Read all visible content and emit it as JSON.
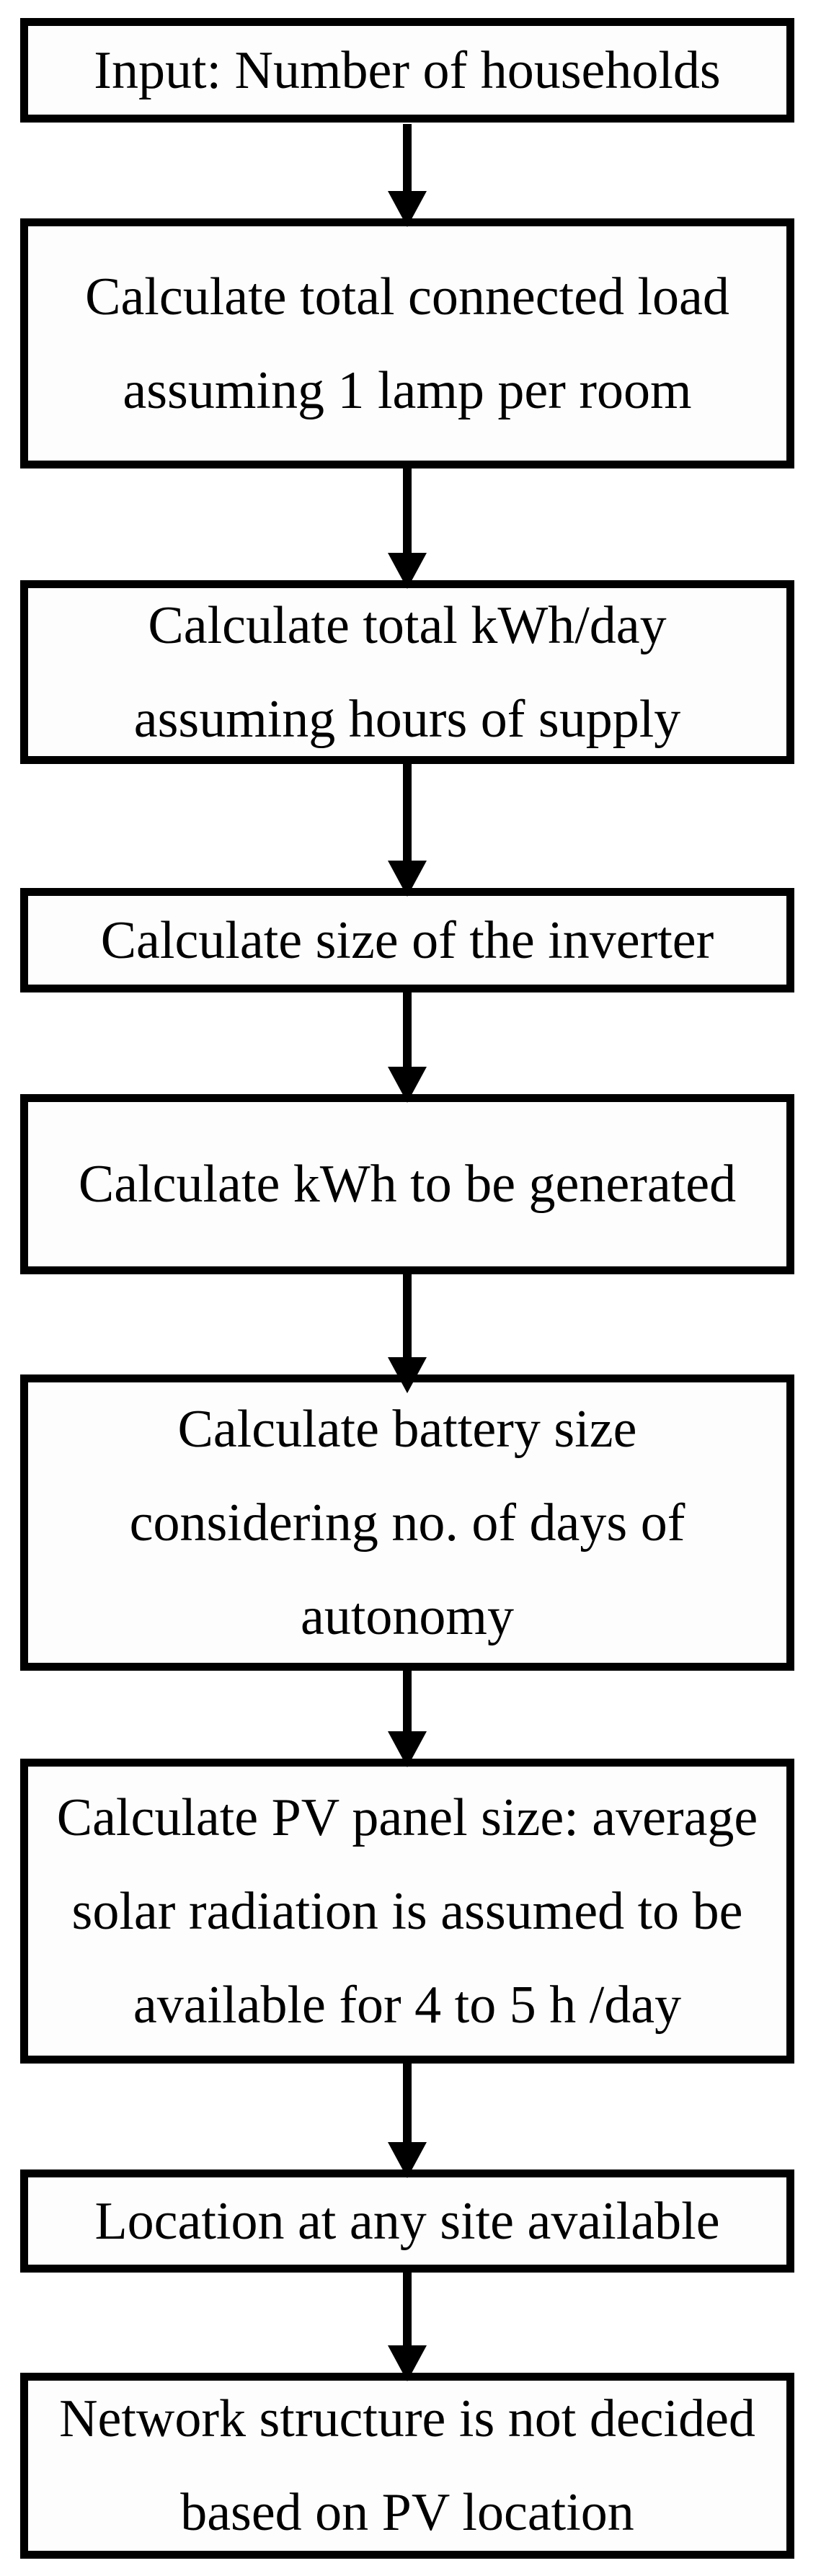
{
  "flowchart": {
    "background_color": "#ffffff",
    "box_border_color": "#000000",
    "text_color": "#000000",
    "arrow_color": "#000000",
    "steps": [
      {
        "id": 1,
        "label": "Input: Number of households"
      },
      {
        "id": 2,
        "label": "Calculate total connected load\nassuming 1 lamp per room"
      },
      {
        "id": 3,
        "label": "Calculate total kWh/day\nassuming hours of supply"
      },
      {
        "id": 4,
        "label": "Calculate size of the inverter"
      },
      {
        "id": 5,
        "label": "Calculate kWh to be generated"
      },
      {
        "id": 6,
        "label": "Calculate battery size\nconsidering no. of days of\nautonomy"
      },
      {
        "id": 7,
        "label": "Calculate PV panel size: average\nsolar radiation is assumed to be\navailable for 4 to 5 h /day"
      },
      {
        "id": 8,
        "label": "Location at any site available"
      },
      {
        "id": 9,
        "label": "Network structure is not decided\nbased on PV location"
      }
    ],
    "connections": [
      {
        "from": 1,
        "to": 2
      },
      {
        "from": 2,
        "to": 3
      },
      {
        "from": 3,
        "to": 4
      },
      {
        "from": 4,
        "to": 5
      },
      {
        "from": 5,
        "to": 6
      },
      {
        "from": 6,
        "to": 7
      },
      {
        "from": 7,
        "to": 8
      },
      {
        "from": 8,
        "to": 9
      }
    ]
  }
}
